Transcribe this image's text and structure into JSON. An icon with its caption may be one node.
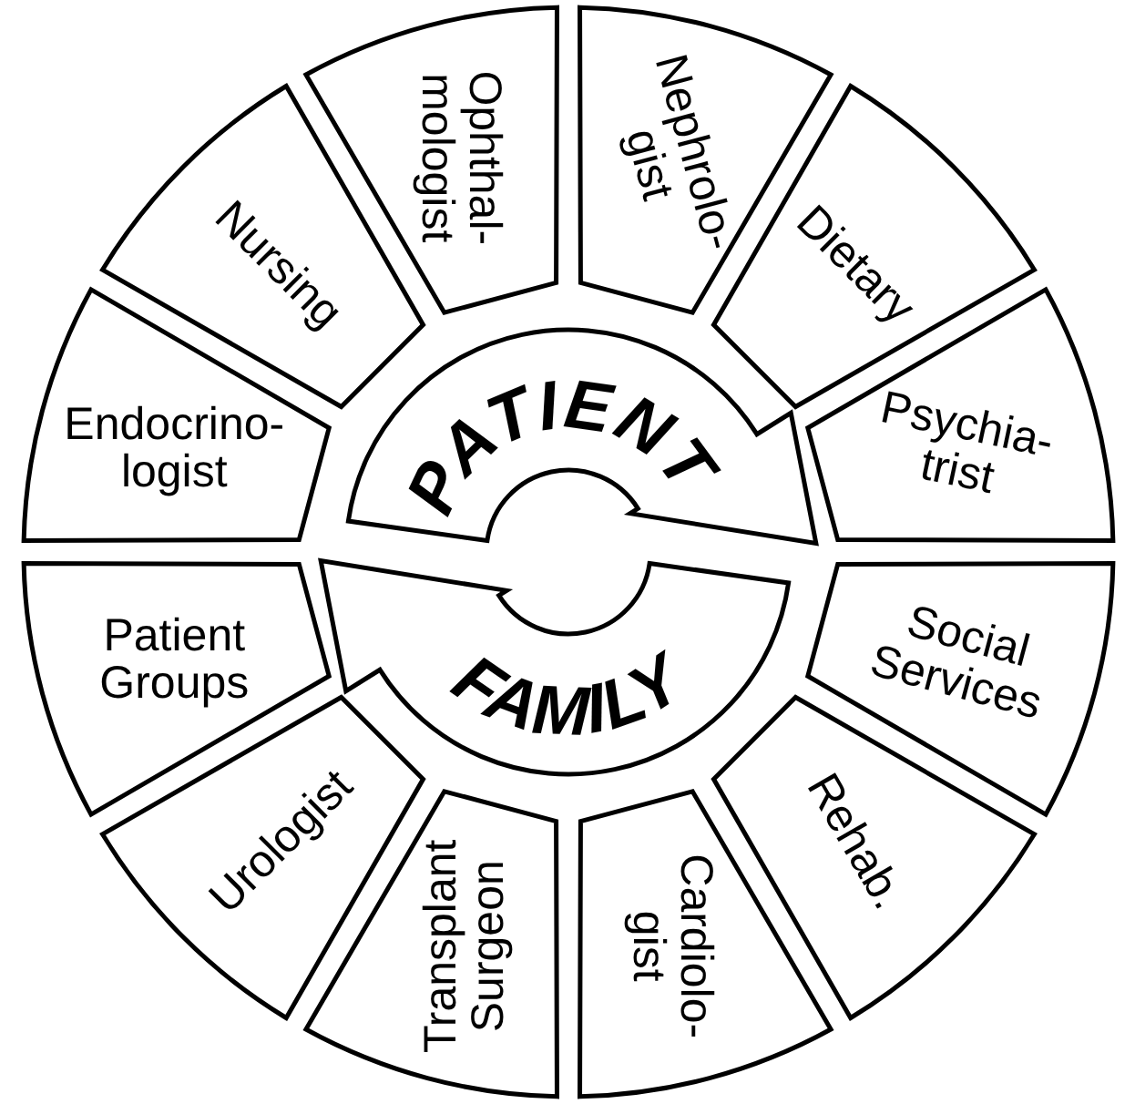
{
  "diagram": {
    "nodes": [
      {
        "text": [
          "Ophthal- mologist"
        ]
      },
      {
        "text": [
          "Nephrolo- gist"
        ]
      },
      {
        "text": [
          "Dietary"
        ]
      },
      {
        "text": [
          "Psychia- trist"
        ]
      },
      {
        "text": [
          "Social Services"
        ]
      },
      {
        "text": [
          "Rehab."
        ]
      },
      {
        "text": [
          "Cardiolo- gist"
        ]
      },
      {
        "text": [
          "Transplant Surgeon"
        ]
      },
      {
        "text": [
          "Urologist"
        ]
      },
      {
        "text": [
          "Patient Groups"
        ]
      },
      {
        "text": [
          "Endocrino- logist"
        ]
      },
      {
        "text": [
          "Nursing"
        ]
      },
      {
        "text": [
          "PATIENT"
        ]
      },
      {
        "text": [
          "FAMILY"
        ]
      }
    ]
  }
}
